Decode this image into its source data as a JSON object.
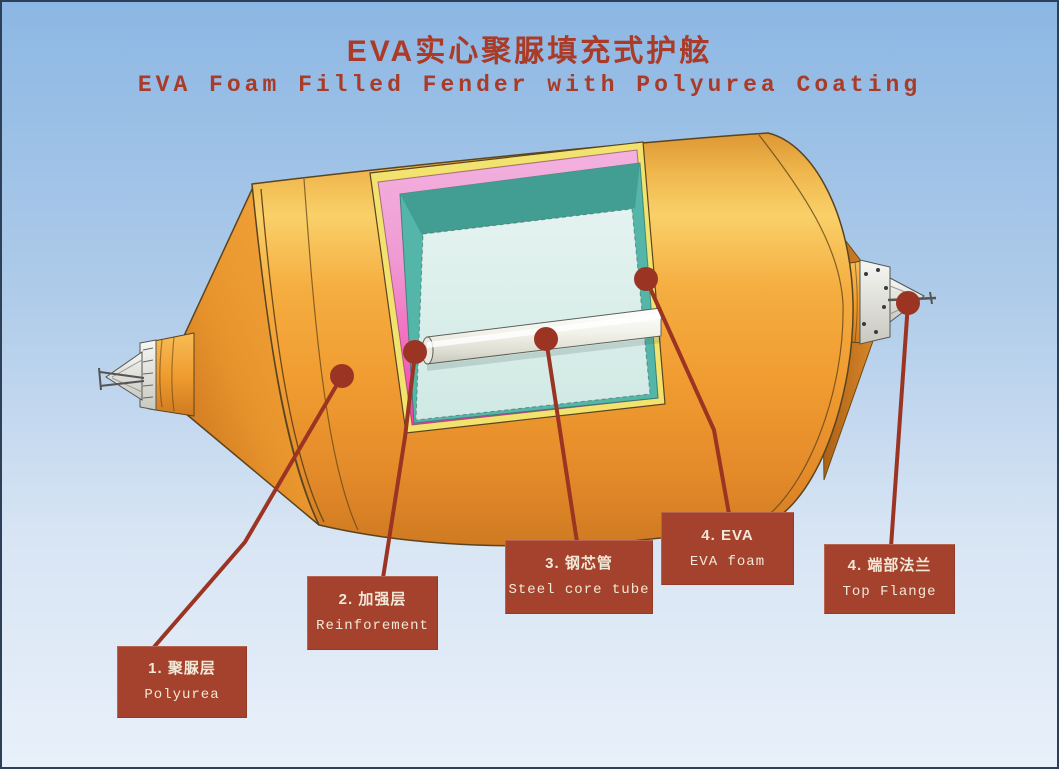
{
  "page": {
    "title_zh": "EVA实心聚脲填充式护舷",
    "title_en": "EVA Foam Filled Fender with Polyurea Coating"
  },
  "callouts": [
    {
      "zh": "1. 聚脲层",
      "en": "Polyurea"
    },
    {
      "zh": "2. 加强层",
      "en": "Reinforement"
    },
    {
      "zh": "3. 钢芯管",
      "en": "Steel core tube"
    },
    {
      "zh": "4. EVA",
      "en": "EVA foam"
    },
    {
      "zh": "4. 端部法兰",
      "en": "Top Flange"
    }
  ],
  "colors": {
    "bg_top": "#8cb7e4",
    "bg_bottom": "#e8f0fa",
    "frame": "#2e3f58",
    "title_red": "#a93b28",
    "callout_bg": "#a5422d",
    "callout_text": "#f2e8d8",
    "leader": "#9c3424",
    "body_orange": "#f3a637",
    "body_highlight": "#f9d069",
    "polyurea_edge_yellow": "#f2e36e",
    "reinforcement_pink": "#f266bc",
    "foam_wall_teal": "#54b6a8",
    "foam_face": "#dceeeb",
    "steel_tube_white": "#f2f2ea"
  }
}
